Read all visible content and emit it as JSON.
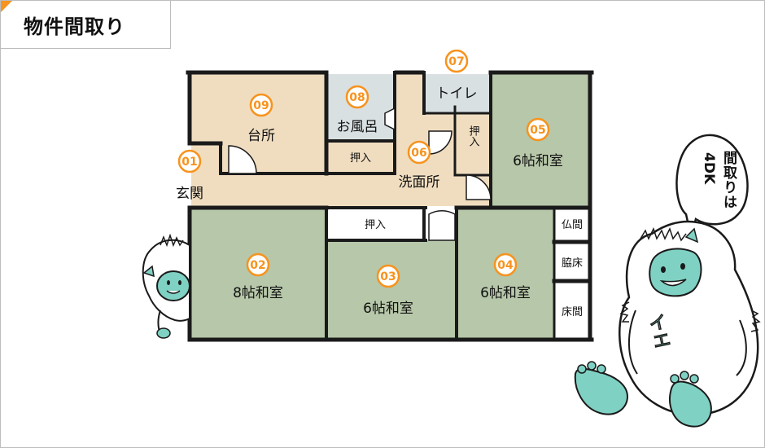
{
  "title": "物件間取り",
  "floor_plan": {
    "rooms": [
      {
        "id": "genkan",
        "number": "01",
        "name": "玄関"
      },
      {
        "id": "room02",
        "number": "02",
        "name": "8帖和室"
      },
      {
        "id": "room03",
        "number": "03",
        "name": "6帖和室"
      },
      {
        "id": "room04",
        "number": "04",
        "name": "6帖和室"
      },
      {
        "id": "room05",
        "number": "05",
        "name": "6帖和室"
      },
      {
        "id": "senmen",
        "number": "06",
        "name": "洗面所"
      },
      {
        "id": "toilet",
        "number": "07",
        "name": "トイレ"
      },
      {
        "id": "bath",
        "number": "08",
        "name": "お風呂"
      },
      {
        "id": "kitchen",
        "number": "09",
        "name": "台所"
      }
    ],
    "storage": {
      "oshiire_bath": "押入",
      "oshiire_middle": "押入",
      "oshiire_vertical": "押入",
      "butsuma": "仏間",
      "wakidoko": "脇床",
      "tokonoma": "床間"
    }
  },
  "speech_bubble": {
    "line1": "間取りは",
    "line2": "4DK"
  },
  "mascot": {
    "chest_text": "イエ"
  },
  "colors": {
    "accent": "#f7931e",
    "tatami": "#b7c7a9",
    "wood_floor": "#f0ddc0",
    "wet_area": "#d9e0e2",
    "mascot_skin": "#7fd1c3"
  }
}
